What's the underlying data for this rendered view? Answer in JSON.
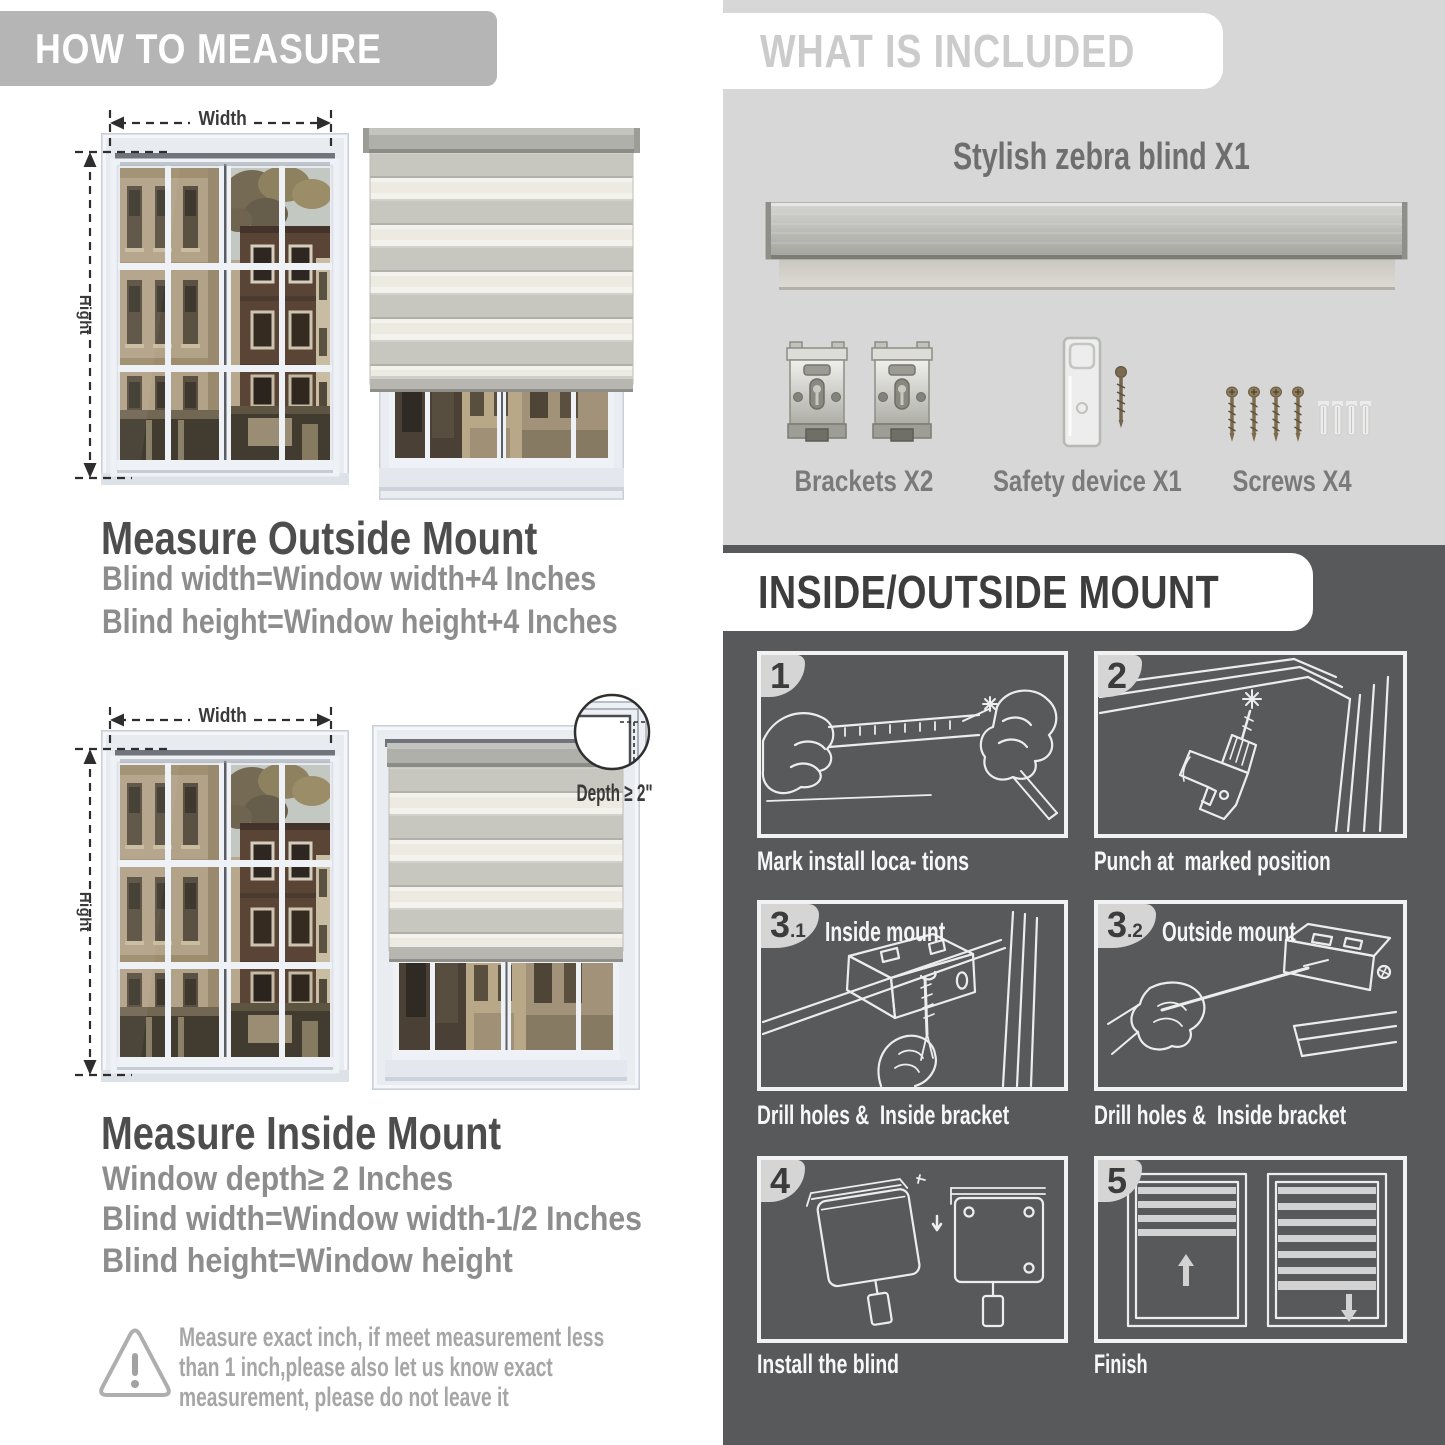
{
  "left": {
    "banner": {
      "label": "HOW TO MEASURE"
    },
    "outside": {
      "width_label": "Width",
      "height_label": "Hight",
      "heading": "Measure Outside Mount",
      "line1": "Blind width=Window width+4 Inches",
      "line2": "Blind height=Window height+4 Inches"
    },
    "inside": {
      "width_label": "Width",
      "height_label": "Hight",
      "depth_label": "Depth ≥ 2\"",
      "heading": "Measure Inside Mount",
      "line1": "Window depth≥ 2 Inches",
      "line2": "Blind width=Window width-1/2 Inches",
      "line3": "Blind height=Window height"
    },
    "note": {
      "icon": "warning-triangle",
      "line1": "Measure exact inch, if meet measurement less",
      "line2": "than 1 inch,please also let us know exact",
      "line3": "measurement, please do not leave it"
    }
  },
  "included": {
    "banner": {
      "label": "WHAT IS INCLUDED"
    },
    "blind_title": "Stylish zebra blind X1",
    "items": [
      {
        "label": "Brackets X2"
      },
      {
        "label": "Safety device X1"
      },
      {
        "label": "Screws X4"
      }
    ]
  },
  "mount": {
    "banner": {
      "label": "INSIDE/OUTSIDE MOUNT"
    },
    "steps": [
      {
        "num": "1",
        "sub": "",
        "title": "",
        "caption": "Mark install loca- tions"
      },
      {
        "num": "2",
        "sub": "",
        "title": "",
        "caption": "Punch at  marked position"
      },
      {
        "num": "3",
        "sub": ".1",
        "title": "Inside mount",
        "caption": "Drill holes &  Inside bracket"
      },
      {
        "num": "3",
        "sub": ".2",
        "title": "Outside mount",
        "caption": "Drill holes &  Inside bracket"
      },
      {
        "num": "4",
        "sub": "",
        "title": "",
        "caption": "Install the blind"
      },
      {
        "num": "5",
        "sub": "",
        "title": "",
        "caption": "Finish"
      }
    ]
  },
  "colors": {
    "left_banner_bg": "#b5b5b5",
    "included_panel_bg": "#d7d7d7",
    "mount_panel_bg": "#58595b",
    "heading_text": "#4d4d4d",
    "body_text": "#8d8d8d",
    "note_text": "#a6a6a6"
  }
}
